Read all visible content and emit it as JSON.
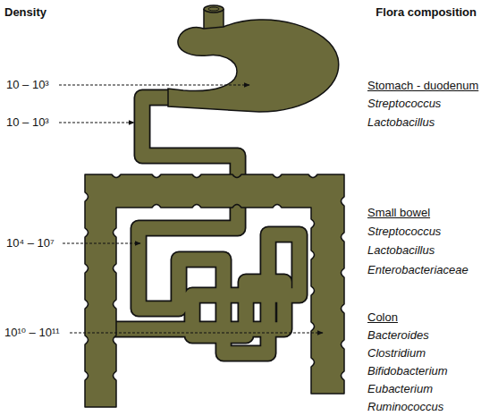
{
  "diagram": {
    "labels": [
      "Density",
      "Flora composition",
      "10 – 10³",
      "Stomach - duodenum",
      "Streptococcus",
      "Lactobacillus",
      "10 – 10³",
      "10⁴ – 10⁷",
      "Small bowel",
      "Streptococcus",
      "Lactobacillus",
      "Enterobacteriaceae",
      "10¹⁰ – 10¹¹",
      "Colon",
      "Bacteroides",
      "Clostridium",
      "Bifidobacterium",
      "Eubacterium",
      "Ruminococcus"
    ]
  }
}
